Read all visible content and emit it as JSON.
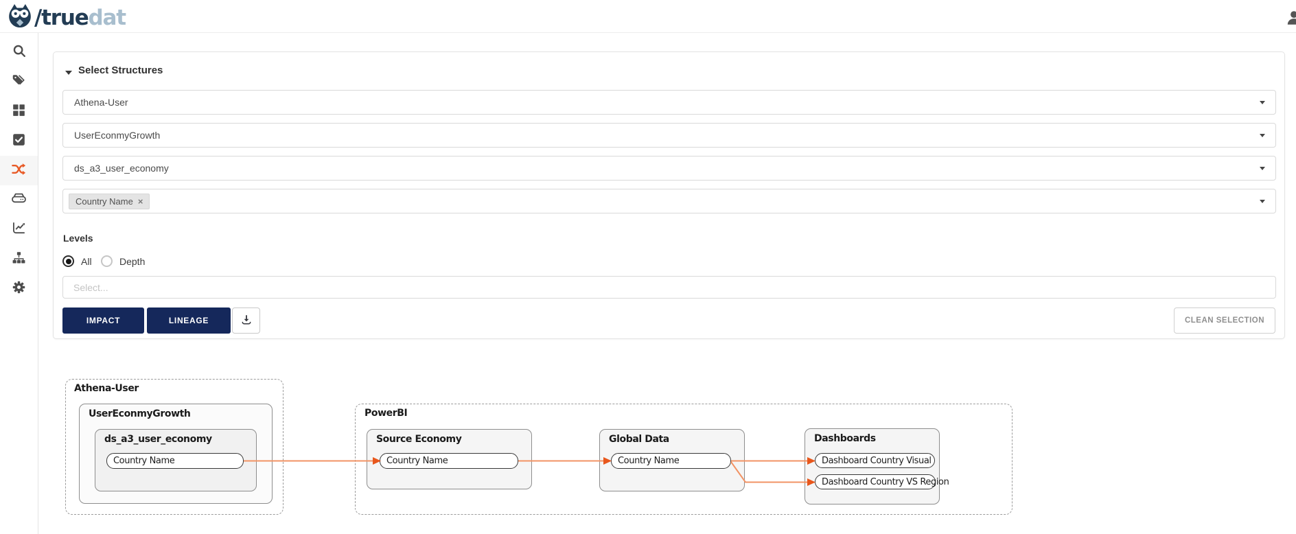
{
  "header": {
    "logo": {
      "slash": "/",
      "primary": "true",
      "secondary": "dat"
    }
  },
  "icons": {
    "chip_remove": "×"
  },
  "sidebar": {
    "items": [
      {
        "icon": "search-icon"
      },
      {
        "icon": "tag-icon"
      },
      {
        "icon": "grid-icon"
      },
      {
        "icon": "check-square-icon"
      },
      {
        "icon": "shuffle-icon",
        "active": true
      },
      {
        "icon": "hard-drive-icon"
      },
      {
        "icon": "chart-line-icon"
      },
      {
        "icon": "sitemap-icon"
      },
      {
        "icon": "gear-icon"
      }
    ]
  },
  "panel": {
    "title": "Select Structures",
    "selects": [
      {
        "value": "Athena-User"
      },
      {
        "value": "UserEconmyGrowth"
      },
      {
        "value": "ds_a3_user_economy"
      },
      {
        "chips": [
          "Country Name"
        ]
      }
    ],
    "levels": {
      "label": "Levels",
      "options": [
        {
          "label": "All",
          "selected": true
        },
        {
          "label": "Depth",
          "selected": false
        }
      ]
    },
    "depth_placeholder": "Select...",
    "actions": {
      "impact": "IMPACT",
      "lineage": "LINEAGE",
      "download_icon": "download-icon",
      "clean": "CLEAN SELECTION"
    }
  },
  "diagram": {
    "groups": [
      {
        "label": "Athena-User",
        "children": [
          {
            "label": "UserEconmyGrowth",
            "children": [
              {
                "label": "ds_a3_user_economy",
                "nodes": [
                  "Country Name"
                ]
              }
            ]
          }
        ]
      },
      {
        "label": "PowerBI",
        "children": [
          {
            "label": "Source Economy",
            "nodes": [
              "Country Name"
            ]
          },
          {
            "label": "Global Data",
            "nodes": [
              "Country Name"
            ]
          },
          {
            "label": "Dashboards",
            "nodes": [
              "Dashboard Country Visual",
              "Dashboard Country VS Region"
            ]
          }
        ]
      }
    ],
    "edges": [
      {
        "from": "ds_a3_user_economy / Country Name",
        "to": "Source Economy / Country Name"
      },
      {
        "from": "Source Economy / Country Name",
        "to": "Global Data / Country Name"
      },
      {
        "from": "Global Data / Country Name",
        "to": "Dashboards / Dashboard Country Visual"
      },
      {
        "from": "Global Data / Country Name",
        "to": "Dashboards / Dashboard Country VS Region"
      }
    ]
  },
  "colors": {
    "navy": "#15285B",
    "accent_orange": "#E85A26",
    "edge_line": "#F29364",
    "edge_arrow": "#E8571C",
    "logo_primary": "#223C54",
    "logo_secondary": "#A8BECE"
  }
}
